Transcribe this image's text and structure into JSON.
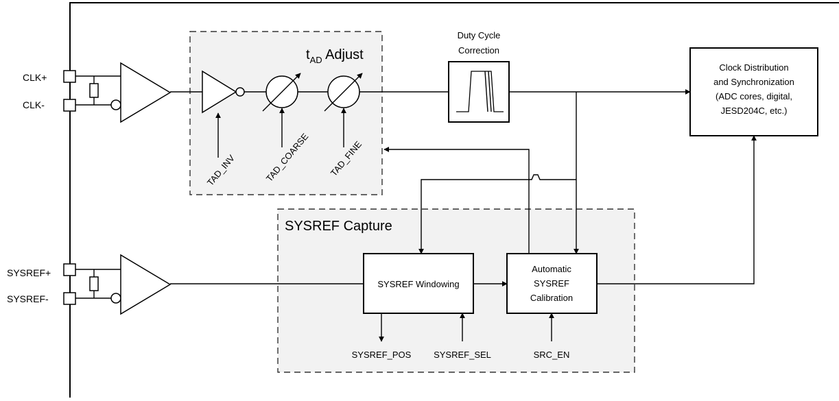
{
  "pins": {
    "clk_p": "CLK+",
    "clk_n": "CLK-",
    "sysref_p": "SYSREF+",
    "sysref_n": "SYSREF-"
  },
  "tad_adjust": {
    "title_t": "t",
    "title_sub": "AD",
    "title_rest": " Adjust",
    "ctrl_inv": "TAD_INV",
    "ctrl_coarse": "TAD_COARSE",
    "ctrl_fine": "TAD_FINE"
  },
  "duty_cycle": {
    "line1": "Duty Cycle",
    "line2": "Correction"
  },
  "clock_dist": {
    "line1": "Clock Distribution",
    "line2": "and Synchronization",
    "line3": "(ADC cores, digital,",
    "line4": "JESD204C, etc.)"
  },
  "sysref_capture": {
    "title": "SYSREF Capture",
    "windowing": "SYSREF Windowing",
    "cal_line1": "Automatic",
    "cal_line2": "SYSREF",
    "cal_line3": "Calibration",
    "sig_pos": "SYSREF_POS",
    "sig_sel": "SYSREF_SEL",
    "sig_src": "SRC_EN"
  }
}
